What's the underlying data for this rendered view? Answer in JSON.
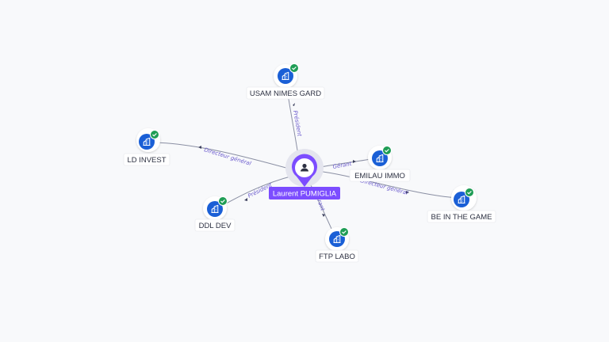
{
  "center": {
    "name": "Laurent PUMIGLIA",
    "icon": "person-icon"
  },
  "companies": [
    {
      "name": "USAM NIMES GARD",
      "role": "Président",
      "icon": "building-icon",
      "status": "verified-check-icon"
    },
    {
      "name": "LD INVEST",
      "role": "Directeur général",
      "icon": "building-icon",
      "status": "verified-check-icon"
    },
    {
      "name": "EMILAU IMMO",
      "role": "Gérant",
      "icon": "building-icon",
      "status": "verified-check-icon"
    },
    {
      "name": "BE IN THE GAME",
      "role": "Directeur général",
      "icon": "building-icon",
      "status": "verified-check-icon"
    },
    {
      "name": "DDL DEV",
      "role": "Président",
      "icon": "building-icon",
      "status": "verified-check-icon"
    },
    {
      "name": "FTP LABO",
      "role": "Gérant",
      "icon": "building-icon",
      "status": "verified-check-icon"
    }
  ],
  "colors": {
    "accent": "#7c4dff",
    "company_icon": "#1a5fd6",
    "verified": "#1f9d55",
    "edge": "#8a8fa3",
    "edge_label": "#6a5acd"
  }
}
